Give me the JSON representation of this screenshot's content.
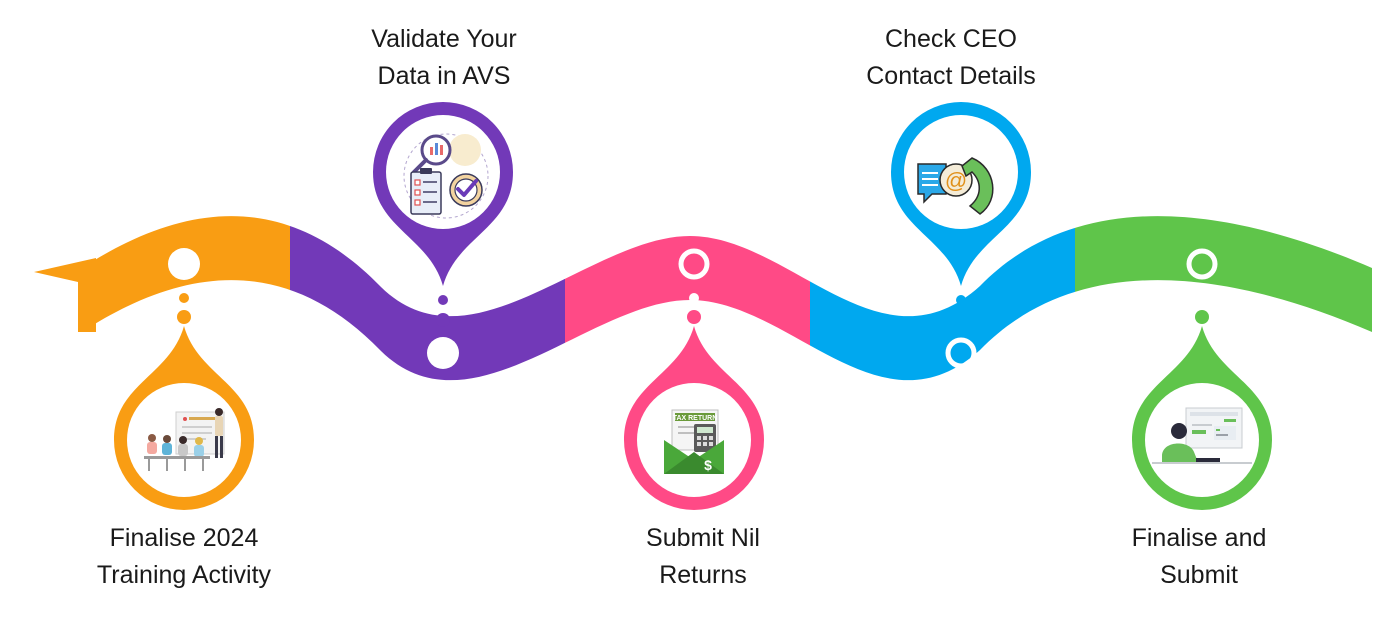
{
  "steps": [
    {
      "line1": "Finalise 2024",
      "line2": "Training Activity",
      "color": "#F99D13",
      "icon": "training-presentation-icon",
      "position": "below"
    },
    {
      "line1": "Validate Your",
      "line2": "Data in AVS",
      "color": "#7239B8",
      "icon": "data-validation-checklist-icon",
      "position": "above"
    },
    {
      "line1": "Submit Nil",
      "line2": "Returns",
      "color": "#FF4A86",
      "icon": "tax-return-envelope-icon",
      "position": "below"
    },
    {
      "line1": "Check CEO",
      "line2": "Contact Details",
      "color": "#00A8EF",
      "icon": "contact-email-phone-icon",
      "position": "above"
    },
    {
      "line1": "Finalise and",
      "line2": "Submit",
      "color": "#5FC54A",
      "icon": "person-at-computer-icon",
      "position": "below"
    }
  ],
  "icon_text": {
    "tax_return": "TAX RETURN",
    "dollar": "$",
    "at": "@"
  }
}
